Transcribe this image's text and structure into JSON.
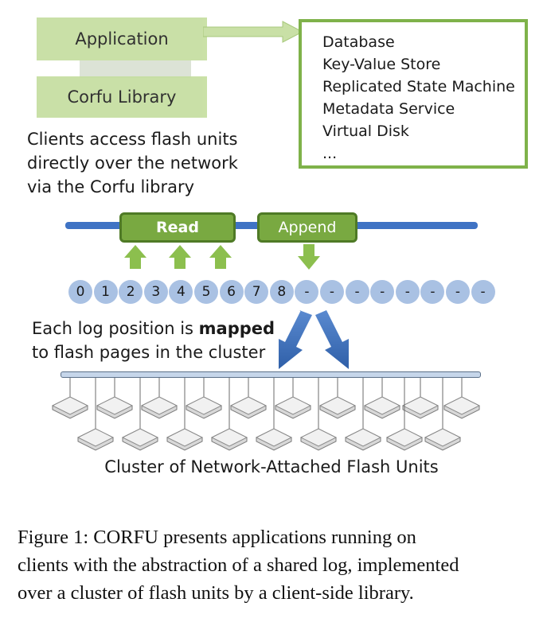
{
  "client": {
    "application_label": "Application",
    "library_label": "Corfu Library",
    "description_lines": [
      "Clients access flash units",
      "directly over the network",
      "via the Corfu library"
    ]
  },
  "applications": {
    "items": [
      "Database",
      "Key-Value Store",
      "Replicated State Machine",
      "Metadata Service",
      "Virtual Disk",
      "..."
    ]
  },
  "operations": {
    "read_label": "Read",
    "append_label": "Append"
  },
  "log": {
    "positions": [
      "0",
      "1",
      "2",
      "3",
      "4",
      "5",
      "6",
      "7",
      "8",
      "-",
      "-",
      "-",
      "-",
      "-",
      "-",
      "-",
      "-"
    ]
  },
  "mapping": {
    "line1_prefix": "Each log position is ",
    "line1_bold": "mapped",
    "line2": "to flash pages in the cluster"
  },
  "cluster": {
    "label": "Cluster of Network-Attached Flash Units"
  },
  "caption": {
    "lines": [
      "Figure 1:  CORFU presents applications running on",
      "clients with the abstraction of a shared log, implemented",
      "over a cluster of flash units by a client-side library."
    ]
  },
  "colors": {
    "green_fill": "#c5dea0",
    "green_dark": "#79a941",
    "green_border": "#7fb24a",
    "blue_bus": "#3f73c4",
    "blue_arrow": "#3d6fb8",
    "log_circle": "#a9c1e3"
  }
}
